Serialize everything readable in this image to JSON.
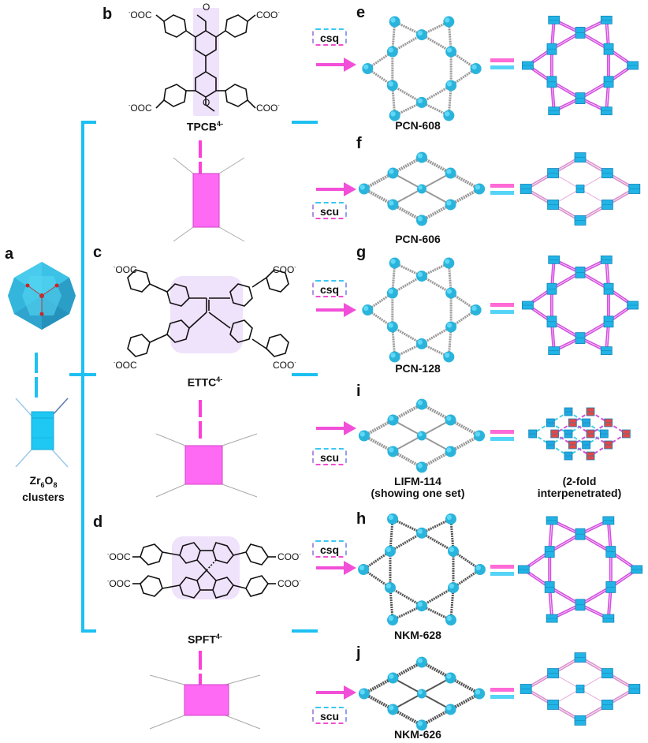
{
  "panels": {
    "a": {
      "label": "a",
      "caption_main": "Zr",
      "caption_sub1": "6",
      "caption_o": "O",
      "caption_sub2": "8",
      "caption_line2": "clusters"
    },
    "b": {
      "label": "b",
      "linker": "TPCB",
      "charge": "4-",
      "substituent": "O"
    },
    "c": {
      "label": "c",
      "linker": "ETTC",
      "charge": "4-"
    },
    "d": {
      "label": "d",
      "linker": "SPFT",
      "charge": "4-"
    },
    "e": {
      "label": "e",
      "mof": "PCN-608",
      "topology": "csq"
    },
    "f": {
      "label": "f",
      "mof": "PCN-606",
      "topology": "scu"
    },
    "g": {
      "label": "g",
      "mof": "PCN-128",
      "topology": "csq"
    },
    "i": {
      "label": "i",
      "mof": "LIFM-114",
      "mof_note": "(showing one set)",
      "topology": "scu",
      "net_line1": "(2-fold",
      "net_line2": "interpenetrated)"
    },
    "h": {
      "label": "h",
      "mof": "NKM-628",
      "topology": "csq"
    },
    "j": {
      "label": "j",
      "mof": "NKM-626",
      "topology": "scu"
    }
  },
  "ions": {
    "left": "OOC",
    "right": "COO",
    "minus": "-"
  },
  "colors": {
    "cyan": "#1ec0f2",
    "magenta": "#f24fd8",
    "cluster": "#2ab4dc",
    "linker_box": "#ff6af2",
    "highlight": "#efe2fb",
    "red_cluster": "#e04848"
  }
}
